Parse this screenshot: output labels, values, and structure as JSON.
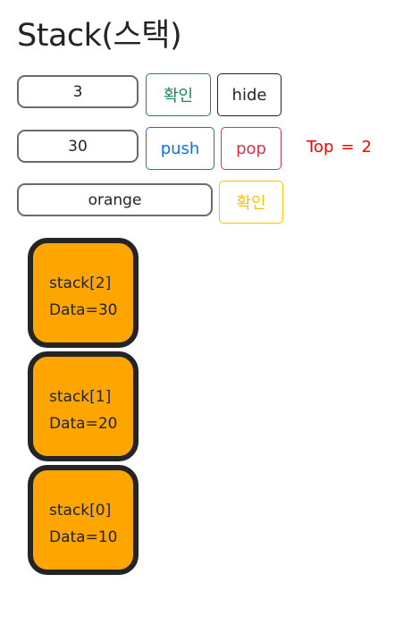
{
  "title": "Stack(스택)",
  "controls": {
    "size_input": {
      "value": "3"
    },
    "confirm_label": "확인",
    "hide_label": "hide",
    "data_input": {
      "value": "30"
    },
    "push_label": "push",
    "pop_label": "pop",
    "top_label": "Top",
    "top_eq": "=",
    "top_value": "2",
    "color_input": {
      "value": "orange"
    },
    "color_confirm_label": "확인"
  },
  "stack": {
    "node_color": "#ffa500",
    "items": [
      {
        "label": "stack[2]",
        "data": "Data=30"
      },
      {
        "label": "stack[1]",
        "data": "Data=20"
      },
      {
        "label": "stack[0]",
        "data": "Data=10"
      }
    ]
  },
  "colors": {
    "teal": "#198754",
    "blue": "#0d6efd",
    "red": "#dc3545",
    "yellow": "#ffc107",
    "top_text": "#ff0000"
  }
}
